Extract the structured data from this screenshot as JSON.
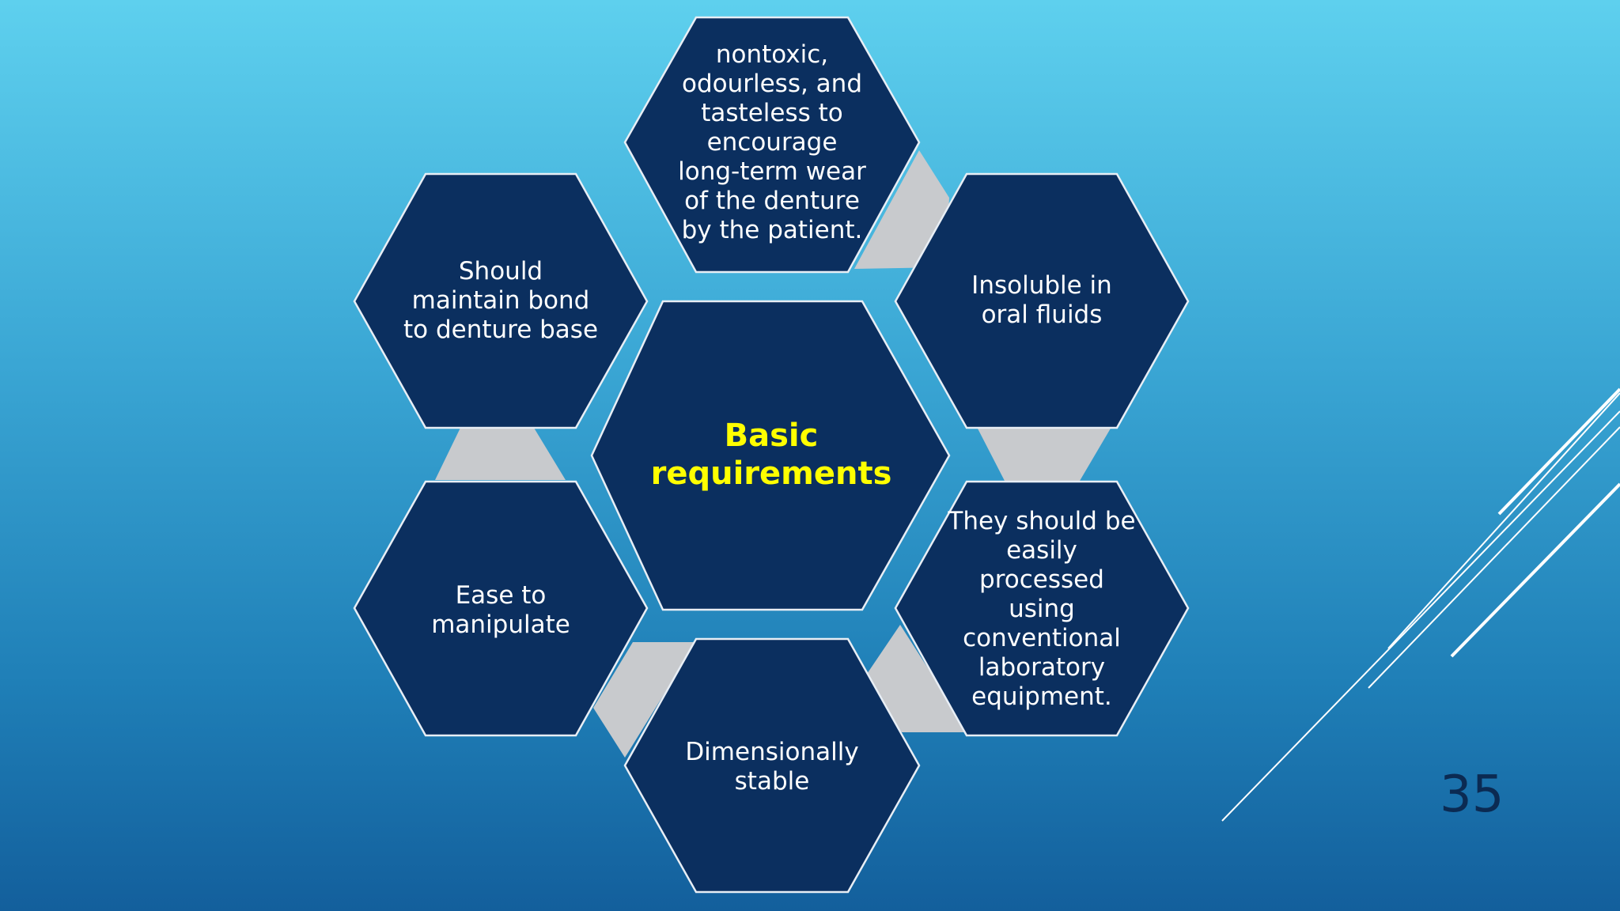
{
  "colors": {
    "hex_fill": "#0b2f5f",
    "hex_stroke": "#e8eef5",
    "connector": "#c8cacd",
    "center_text": "#ffff00",
    "deco_lines": "#ffffff"
  },
  "diagram": {
    "center": {
      "label": "Basic\nrequirements"
    },
    "items": [
      {
        "id": "top",
        "label": "nontoxic,\nodourless, and\ntasteless to\nencourage\nlong-term wear\nof the denture\nby the patient."
      },
      {
        "id": "upper-right",
        "label": "Insoluble in\noral fluids"
      },
      {
        "id": "lower-right",
        "label": "They should be\neasily\nprocessed\nusing\nconventional\nlaboratory\nequipment."
      },
      {
        "id": "bottom",
        "label": "Dimensionally\nstable"
      },
      {
        "id": "lower-left",
        "label": "Ease to\nmanipulate"
      },
      {
        "id": "upper-left",
        "label": "Should\nmaintain bond\nto denture base"
      }
    ]
  },
  "slide": {
    "number": "35"
  }
}
